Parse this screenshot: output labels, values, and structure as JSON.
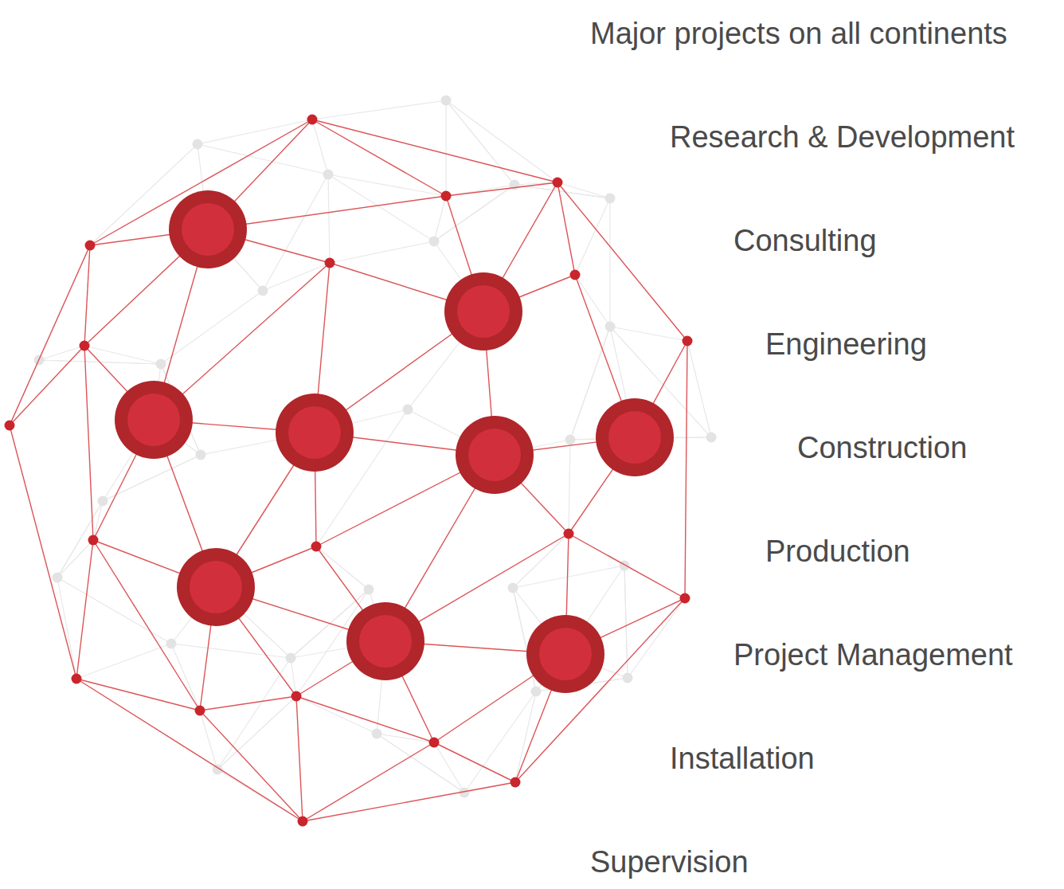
{
  "diagram": {
    "labels": [
      "Major projects on all continents",
      "Research & Development",
      "Consulting",
      "Engineering",
      "Construction",
      "Production",
      "Project Management",
      "Installation",
      "Supervision"
    ]
  }
}
